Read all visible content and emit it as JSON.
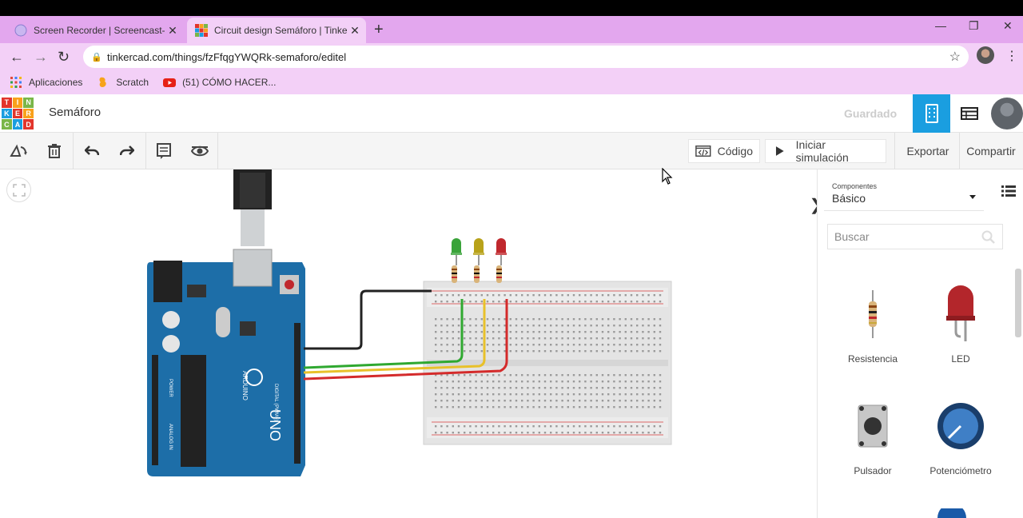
{
  "browser": {
    "tabs": [
      {
        "title": "Screen Recorder | Screencast-O-M",
        "active": false
      },
      {
        "title": "Circuit design Semáforo | Tinkerca",
        "active": true
      }
    ],
    "url": "tinkercad.com/things/fzFfqgYWQRk-semaforo/editel",
    "bookmarks": [
      {
        "label": "Aplicaciones",
        "icon": "apps-grid-icon"
      },
      {
        "label": "Scratch",
        "icon": "scratch-icon"
      },
      {
        "label": "(51) CÓMO HACER...",
        "icon": "youtube-icon"
      }
    ]
  },
  "header": {
    "logo_letters": [
      "T",
      "I",
      "N",
      "K",
      "E",
      "R",
      "C",
      "A",
      "D"
    ],
    "logo_colors": [
      "#e2352b",
      "#f9a11b",
      "#7ab648",
      "#1a9ee0",
      "#e2352b",
      "#f9a11b",
      "#7ab648",
      "#1a9ee0",
      "#e2352b"
    ],
    "title": "Semáforo",
    "saved_status": "Guardado"
  },
  "toolbar": {
    "code_label": "Código",
    "simulate_label": "Iniciar simulación",
    "export_label": "Exportar",
    "share_label": "Compartir"
  },
  "panel": {
    "components_label": "Componentes",
    "components_value": "Básico",
    "search_placeholder": "Buscar",
    "components": [
      {
        "name": "Resistencia",
        "icon": "resistor-icon"
      },
      {
        "name": "LED",
        "icon": "led-icon"
      },
      {
        "name": "Pulsador",
        "icon": "pushbutton-icon"
      },
      {
        "name": "Potenciómetro",
        "icon": "potentiometer-icon"
      }
    ]
  },
  "canvas": {
    "board_labels": {
      "uno": "UNO",
      "arduino": "ARDUINO",
      "digital": "DIGITAL (PWM~)",
      "analog": "ANALOG IN",
      "power": "POWER"
    },
    "led_colors": [
      "#3aa33a",
      "#b8a21a",
      "#c0282d"
    ],
    "wire_colors": {
      "gnd": "#222222",
      "green": "#2fa830",
      "yellow": "#e8c12a",
      "red": "#d42b2b"
    }
  }
}
